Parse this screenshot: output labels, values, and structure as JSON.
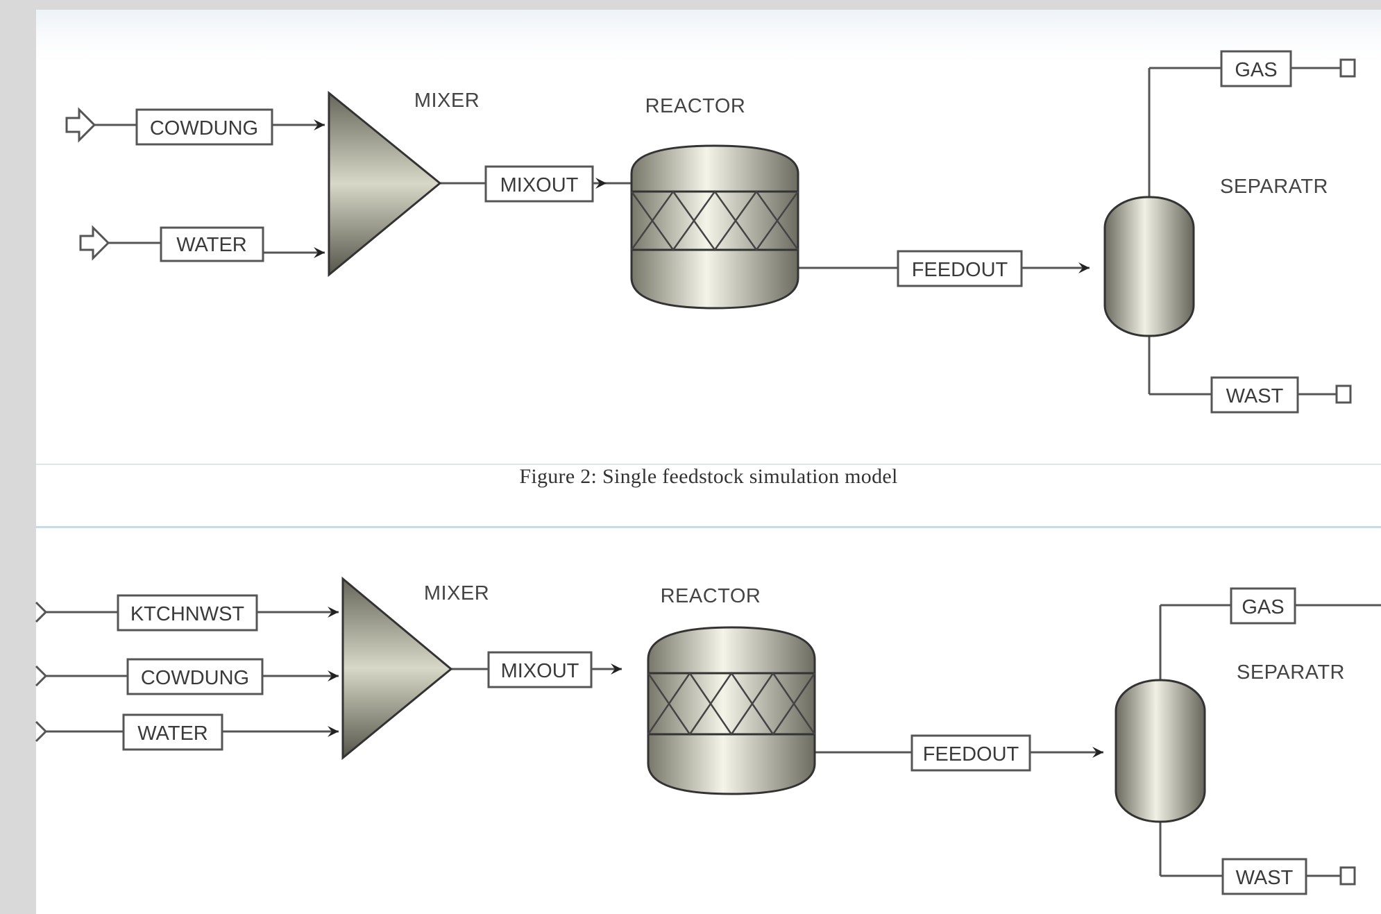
{
  "figure_top": {
    "streams": {
      "feed_1": "COWDUNG",
      "feed_2": "WATER",
      "mixout": "MIXOUT",
      "feedout": "FEEDOUT",
      "gas": "GAS",
      "waste": "WAST"
    },
    "units": {
      "mixer": "MIXER",
      "reactor": "REACTOR",
      "separator": "SEPARATR"
    },
    "caption": "Figure 2: Single feedstock simulation model"
  },
  "figure_bottom": {
    "streams": {
      "feed_1": "KTCHNWST",
      "feed_2": "COWDUNG",
      "feed_3": "WATER",
      "mixout": "MIXOUT",
      "feedout": "FEEDOUT",
      "gas": "GAS",
      "waste": "WAST"
    },
    "units": {
      "mixer": "MIXER",
      "reactor": "REACTOR",
      "separator": "SEPARATR"
    }
  },
  "colors": {
    "line": "#555555",
    "equipment_dark": "#6f6f60",
    "equipment_light": "#f2f2e6",
    "stream_box_border": "#555555"
  }
}
